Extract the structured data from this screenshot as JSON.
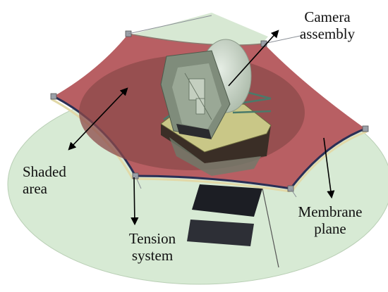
{
  "labels": {
    "camera": [
      "Camera",
      "assembly"
    ],
    "shaded": [
      "Shaded",
      "area"
    ],
    "membrane": [
      "Membrane",
      "plane"
    ],
    "tension": [
      "Tension",
      "system"
    ]
  },
  "colors": {
    "background": "#ffffff",
    "ground_disc": "#d7ead4",
    "membrane": "#b85f63",
    "shaded_area": "#8c4a49",
    "membrane_edge_dark": "#2a2f55",
    "membrane_edge_light": "#e2d9a8",
    "platform": "#c9c787",
    "camera_body": "#7f8c7b",
    "dish": "#cfdccd",
    "arrow": "#000000"
  }
}
